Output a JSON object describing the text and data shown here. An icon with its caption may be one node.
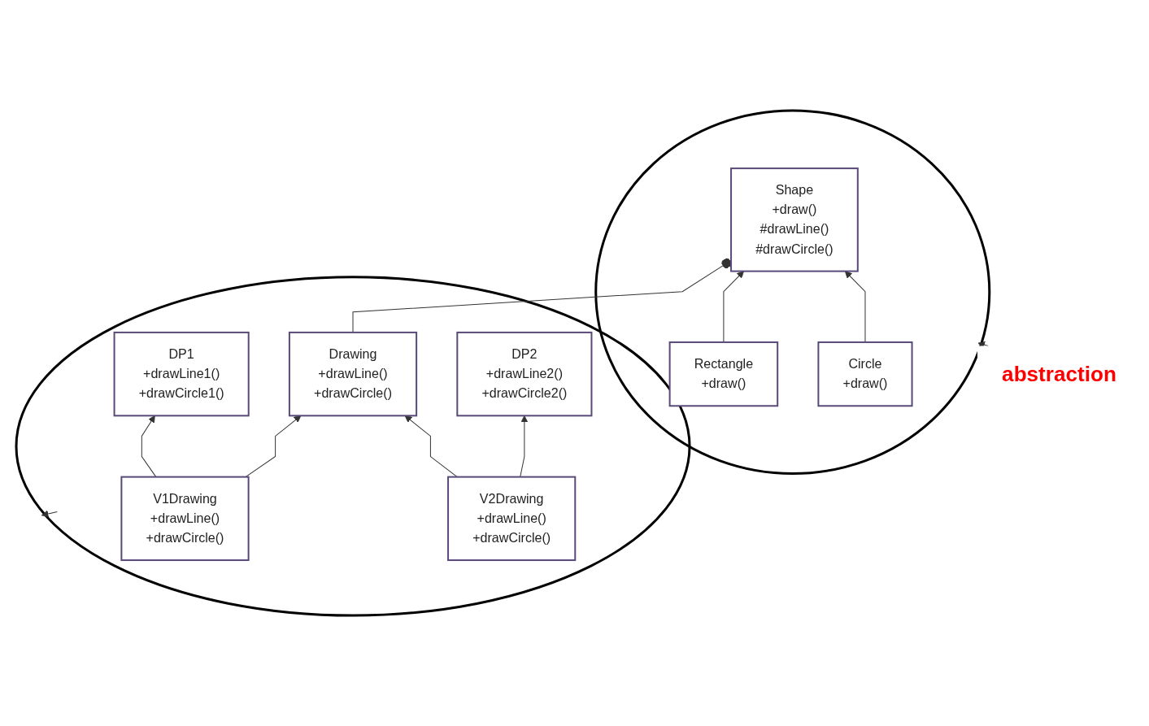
{
  "diagram": {
    "nodes": [
      {
        "text": [],
        "shape": "circle"
      },
      {
        "text": [
          "Shape",
          "+draw()",
          "#drawLine()",
          "#drawCircle()"
        ],
        "in": 0
      },
      {
        "text": [
          "Rectangle",
          "+draw()"
        ],
        "in": 0
      },
      {
        "text": [
          "Circle",
          "+draw()"
        ],
        "in": 0
      },
      {
        "text": [],
        "shape": "circle"
      },
      {
        "text": [
          "Drawing",
          "+drawLine()",
          "+drawCircle()"
        ],
        "in": 4
      },
      {
        "text": [
          "V1Drawing",
          "+drawLine()",
          "+drawCircle()"
        ],
        "in": 4
      },
      {
        "text": [
          "V2Drawing",
          "+drawLine()",
          "+drawCircle()"
        ],
        "in": 4
      },
      {
        "text": [
          "DP1",
          "+drawLine1()",
          "+drawCircle1()"
        ],
        "in": 4
      },
      {
        "text": [
          "DP2",
          "+drawLine2()",
          "+drawCircle2()"
        ],
        "in": 4
      },
      {
        "text": [
          "abstraction"
        ]
      }
    ],
    "edges": [
      {
        "from": 1,
        "to": 5,
        "arrow": "other"
      },
      {
        "from": 2,
        "to": 1,
        "arrow": "to"
      },
      {
        "from": 3,
        "to": 1,
        "arrow": "to"
      },
      {
        "from": 6,
        "to": 5,
        "arrow": "to"
      },
      {
        "from": 7,
        "to": 5,
        "arrow": "to"
      },
      {
        "from": 6,
        "to": 8,
        "arrow": "to"
      },
      {
        "from": 7,
        "to": 9,
        "arrow": "to"
      },
      {
        "from": 10,
        "to": 0,
        "arrow": "to"
      },
      {
        "from": null,
        "to": 4,
        "arrow": "to"
      }
    ]
  }
}
